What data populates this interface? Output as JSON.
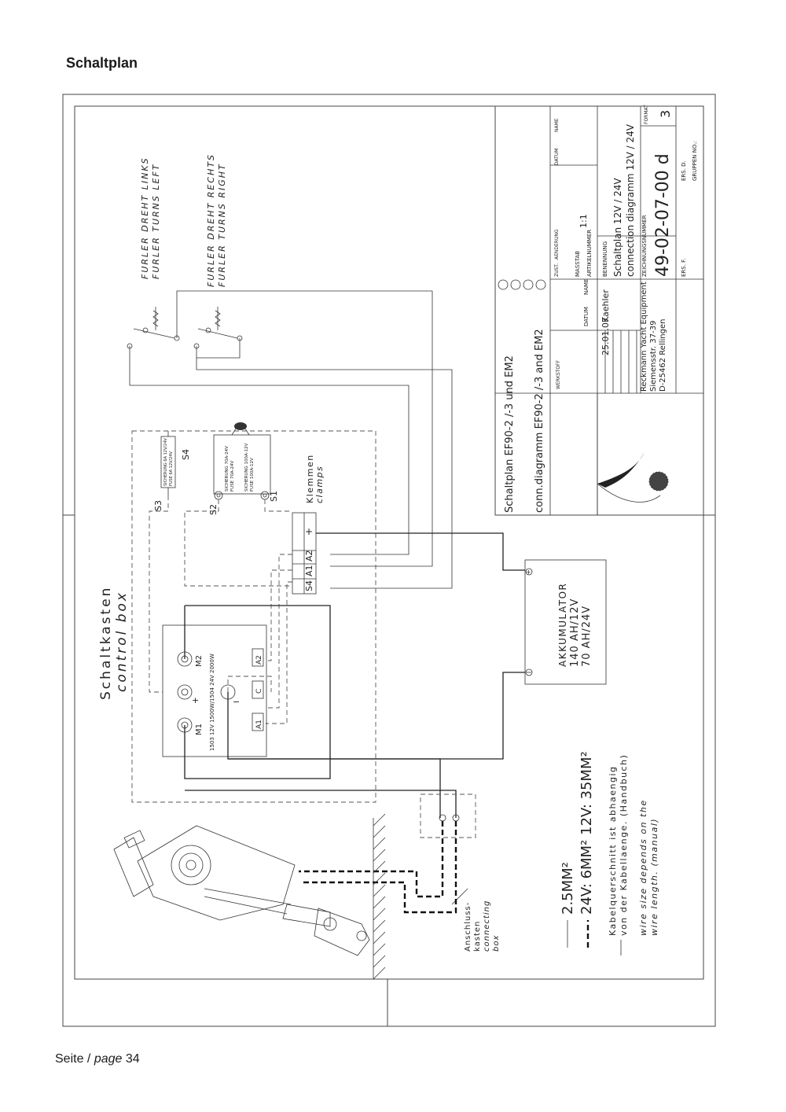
{
  "page": {
    "heading": "Schaltplan",
    "footer_prefix": "Seite / ",
    "footer_page_word": "page",
    "footer_number": "34"
  },
  "switches": {
    "left": [
      "FURLER DREHT LINKS",
      "FURLER TURNS LEFT"
    ],
    "right": [
      "FURLER DREHT RECHTS",
      "FURLER TURNS RIGHT"
    ]
  },
  "control_box": {
    "label_de": "Schaltkasten",
    "label_en": "control box",
    "clamps_de": "Klemmen",
    "clamps_en": "clamps",
    "fuse_small": [
      "SICHERUNG 6A 12V/24V",
      "FUSE 6A 12V/24V"
    ],
    "fuse_main": [
      "SICHERUNG 70A-24V",
      "FUSE 70A-24V",
      "SICHERUNG 100A-12V",
      "FUSE 100A-12V"
    ],
    "s1": "S1",
    "s2": "S2",
    "s3": "S3",
    "s4": "S4",
    "terminals": [
      "S4",
      "A1",
      "A2",
      "+"
    ]
  },
  "motor": {
    "m1": "M1",
    "m2": "M2",
    "spec": "1503 12V 1500W/1504 24V 2000W",
    "plus": "+",
    "minus": "−",
    "terminals": [
      "A1",
      "C",
      "A2"
    ]
  },
  "battery": {
    "title": "AKKUMULATOR",
    "line1": "140 AH/12V",
    "line2": "70 AH/24V"
  },
  "connecting_box": [
    "Anschluss-",
    "kasten",
    "connecting",
    "box"
  ],
  "wire_notes": {
    "solid": "2.5MM²",
    "dashed": "24V: 6MM²  12V: 35MM²",
    "note_de_1": "Kabelquerschnitt ist abhaengig",
    "note_de_2": "von der Kabellaenge. (Handbuch)",
    "note_en_1": "wire size depends on the",
    "note_en_2": "wire length. (manual)"
  },
  "title_block": {
    "title_de": "Schaltplan EF90-2 /-3 und EM2",
    "title_en": "conn.diagramm EF90-2 /-3 and EM2",
    "scale_label": "MASSTAB",
    "scale": "1:1",
    "article_label": "ARTIKELNUMMER",
    "designation_label": "BENENNUNG",
    "designation_1": "Schaltplan 12V / 24V",
    "designation_2": "connection diagramm 12V / 24V",
    "drawing_no_label": "ZEICHNUNGSNUMMER",
    "drawing_no": "49-02-07-00 d",
    "format_label": "FORMAT",
    "format": "3",
    "date_label": "DATUM",
    "name_label": "NAME",
    "date": "25.01.07",
    "name": "Kaehler",
    "company_1": "Reckmann Yacht Equipment",
    "company_2": "Siemensstr. 37-39",
    "company_3": "D-25462 Rellingen",
    "material_label": "WERKSTOFF",
    "zust_label": "ZUST.",
    "change_label": "AENDERUNG",
    "ers_fuer": "ERS. F.",
    "ers_durch": "ERS. D.",
    "group_label": "GRUPPEN NO.:"
  }
}
